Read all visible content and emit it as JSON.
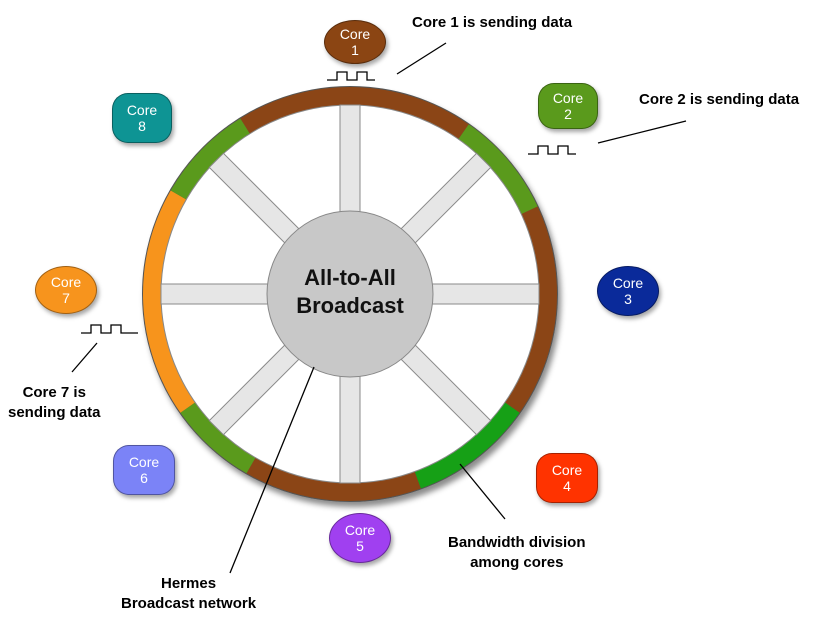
{
  "center": {
    "line1": "All-to-All",
    "line2": "Broadcast"
  },
  "cores": [
    {
      "id": "core-1",
      "line1": "Core",
      "line2": "1",
      "color": "#8B4513",
      "shape": "oval"
    },
    {
      "id": "core-2",
      "line1": "Core",
      "line2": "2",
      "color": "#5A9A1C",
      "shape": "rounded"
    },
    {
      "id": "core-3",
      "line1": "Core",
      "line2": "3",
      "color": "#0A2A9A",
      "shape": "oval"
    },
    {
      "id": "core-4",
      "line1": "Core",
      "line2": "4",
      "color": "#FF3300",
      "shape": "rounded"
    },
    {
      "id": "core-5",
      "line1": "Core",
      "line2": "5",
      "color": "#A040F0",
      "shape": "oval"
    },
    {
      "id": "core-6",
      "line1": "Core",
      "line2": "6",
      "color": "#7B83F7",
      "shape": "rounded"
    },
    {
      "id": "core-7",
      "line1": "Core",
      "line2": "7",
      "color": "#F7941D",
      "shape": "oval"
    },
    {
      "id": "core-8",
      "line1": "Core",
      "line2": "8",
      "color": "#0E9494",
      "shape": "rounded"
    }
  ],
  "annotations": {
    "core1_sending": "Core 1 is sending data",
    "core2_sending": "Core 2 is sending data",
    "core7_line1": "Core 7 is",
    "core7_line2": "sending data",
    "bandwidth_line1": "Bandwidth division",
    "bandwidth_line2": "among cores",
    "hermes_line1": "Hermes",
    "hermes_line2": "Broadcast network"
  },
  "ring_colors": {
    "brown": "#8B4513",
    "green": "#5A9A1C",
    "orange": "#F7941D",
    "bright_green": "#14A014"
  },
  "spoke_color": "#E6E6E6",
  "hub_color": "#C8C8C8"
}
